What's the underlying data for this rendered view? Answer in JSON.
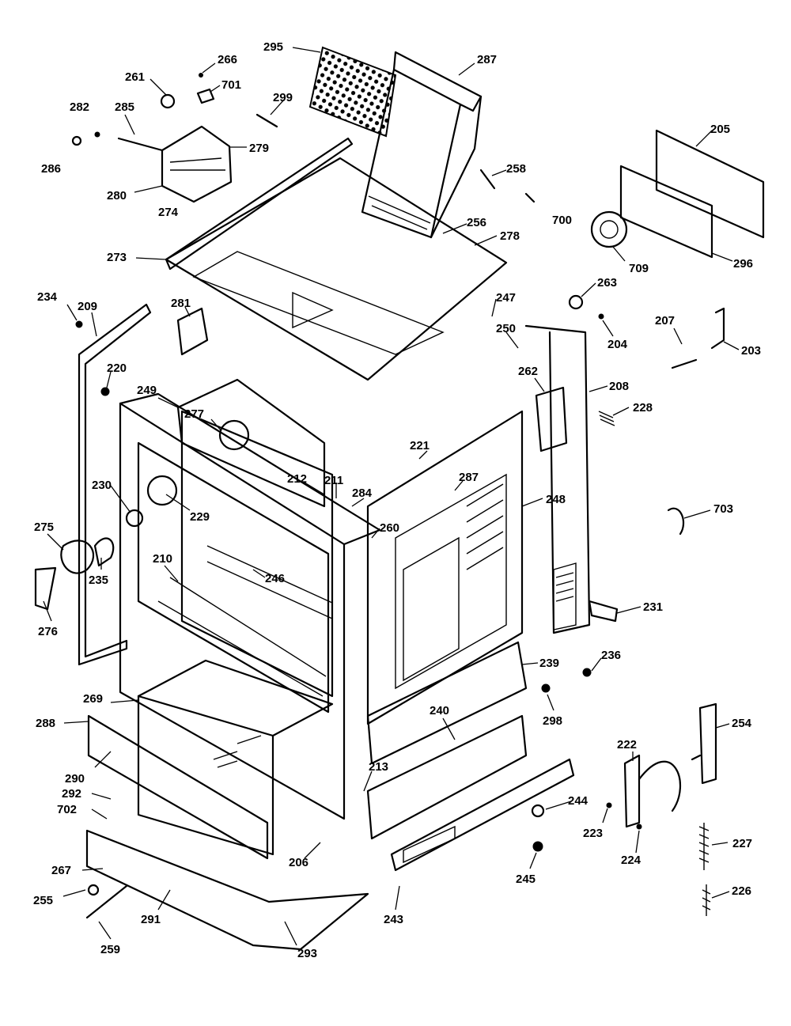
{
  "labels": [
    {
      "id": "l1",
      "text": "295"
    },
    {
      "id": "l2",
      "text": "266"
    },
    {
      "id": "l3",
      "text": "261"
    },
    {
      "id": "l4",
      "text": "701"
    },
    {
      "id": "l5",
      "text": "287"
    },
    {
      "id": "l6",
      "text": "282"
    },
    {
      "id": "l7",
      "text": "285"
    },
    {
      "id": "l8",
      "text": "299"
    },
    {
      "id": "l9",
      "text": "279"
    },
    {
      "id": "l10",
      "text": "286"
    },
    {
      "id": "l11",
      "text": "280"
    },
    {
      "id": "l12",
      "text": "274"
    },
    {
      "id": "l13",
      "text": "205"
    },
    {
      "id": "l14",
      "text": "258"
    },
    {
      "id": "l15",
      "text": "700"
    },
    {
      "id": "l16",
      "text": "256"
    },
    {
      "id": "l17",
      "text": "278"
    },
    {
      "id": "l18",
      "text": "273"
    },
    {
      "id": "l19",
      "text": "709"
    },
    {
      "id": "l20",
      "text": "296"
    },
    {
      "id": "l21",
      "text": "263"
    },
    {
      "id": "l22",
      "text": "234"
    },
    {
      "id": "l23",
      "text": "209"
    },
    {
      "id": "l24",
      "text": "281"
    },
    {
      "id": "l25",
      "text": "247"
    },
    {
      "id": "l26",
      "text": "250"
    },
    {
      "id": "l27",
      "text": "204"
    },
    {
      "id": "l28",
      "text": "207"
    },
    {
      "id": "l29",
      "text": "203"
    },
    {
      "id": "l30",
      "text": "220"
    },
    {
      "id": "l31",
      "text": "262"
    },
    {
      "id": "l32",
      "text": "208"
    },
    {
      "id": "l33",
      "text": "249"
    },
    {
      "id": "l34",
      "text": "228"
    },
    {
      "id": "l35",
      "text": "277"
    },
    {
      "id": "l36",
      "text": "221"
    },
    {
      "id": "l37",
      "text": "212"
    },
    {
      "id": "l38",
      "text": "211"
    },
    {
      "id": "l39",
      "text": "284"
    },
    {
      "id": "l40",
      "text": "287"
    },
    {
      "id": "l41",
      "text": "230"
    },
    {
      "id": "l42",
      "text": "248"
    },
    {
      "id": "l43",
      "text": "703"
    },
    {
      "id": "l44",
      "text": "229"
    },
    {
      "id": "l45",
      "text": "275"
    },
    {
      "id": "l46",
      "text": "260"
    },
    {
      "id": "l47",
      "text": "235"
    },
    {
      "id": "l48",
      "text": "210"
    },
    {
      "id": "l49",
      "text": "246"
    },
    {
      "id": "l50",
      "text": "276"
    },
    {
      "id": "l51",
      "text": "231"
    },
    {
      "id": "l52",
      "text": "239"
    },
    {
      "id": "l53",
      "text": "236"
    },
    {
      "id": "l54",
      "text": "269"
    },
    {
      "id": "l55",
      "text": "298"
    },
    {
      "id": "l56",
      "text": "240"
    },
    {
      "id": "l57",
      "text": "288"
    },
    {
      "id": "l58",
      "text": "254"
    },
    {
      "id": "l59",
      "text": "222"
    },
    {
      "id": "l60",
      "text": "213"
    },
    {
      "id": "l61",
      "text": "290"
    },
    {
      "id": "l62",
      "text": "292"
    },
    {
      "id": "l63",
      "text": "244"
    },
    {
      "id": "l64",
      "text": "702"
    },
    {
      "id": "l65",
      "text": "223"
    },
    {
      "id": "l66",
      "text": "227"
    },
    {
      "id": "l67",
      "text": "206"
    },
    {
      "id": "l68",
      "text": "224"
    },
    {
      "id": "l69",
      "text": "267"
    },
    {
      "id": "l70",
      "text": "245"
    },
    {
      "id": "l71",
      "text": "255"
    },
    {
      "id": "l72",
      "text": "226"
    },
    {
      "id": "l73",
      "text": "291"
    },
    {
      "id": "l74",
      "text": "243"
    },
    {
      "id": "l75",
      "text": "259"
    },
    {
      "id": "l76",
      "text": "293"
    }
  ]
}
